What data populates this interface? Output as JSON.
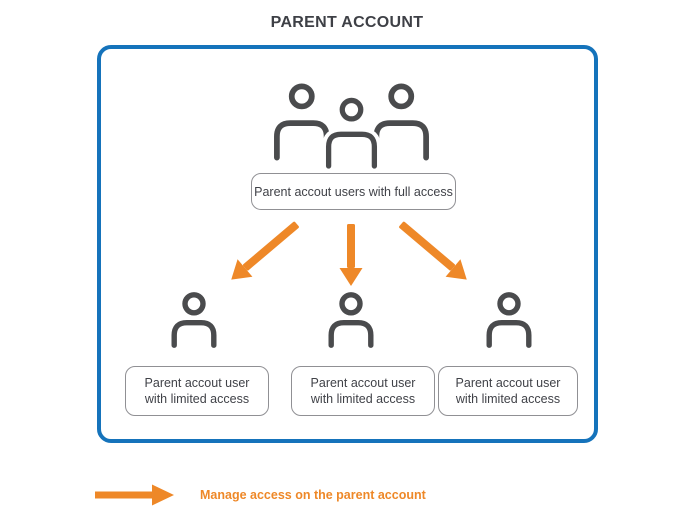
{
  "title": "PARENT ACCOUNT",
  "parent_box": {
    "full_access": {
      "icon": "users-group-icon",
      "label": "Parent accout users with full access"
    },
    "arrows": [
      {
        "icon": "arrow-down-left-icon"
      },
      {
        "icon": "arrow-down-icon"
      },
      {
        "icon": "arrow-down-right-icon"
      }
    ],
    "limited_users": [
      {
        "icon": "user-icon",
        "line1": "Parent accout user",
        "line2": "with limited access"
      },
      {
        "icon": "user-icon",
        "line1": "Parent accout user",
        "line2": "with limited access"
      },
      {
        "icon": "user-icon",
        "line1": "Parent accout user",
        "line2": "with limited access"
      }
    ]
  },
  "legend": {
    "icon": "arrow-right-icon",
    "label": "Manage access on the parent account"
  },
  "colors": {
    "box_border_blue": "#1573bb",
    "arrow_orange": "#ee8828",
    "icon_gray": "#4a4b4d",
    "pill_border_gray": "#909094",
    "title_dark": "#3e4046"
  }
}
